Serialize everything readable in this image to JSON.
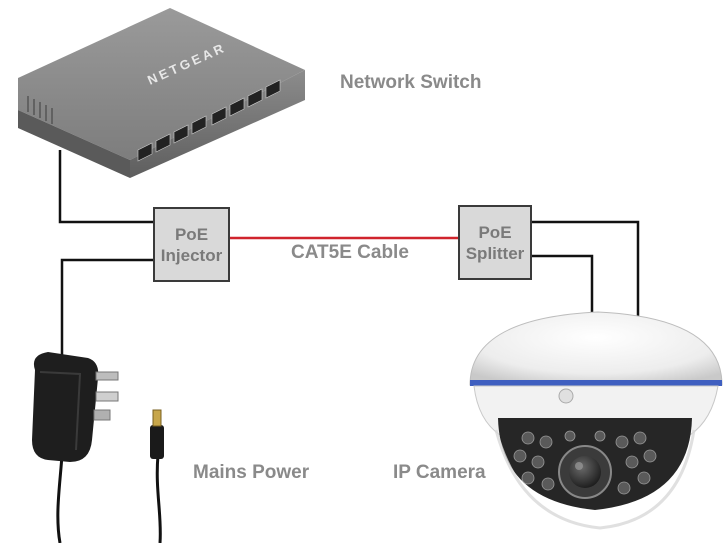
{
  "labels": {
    "network_switch": "Network Switch",
    "cable": "CAT5E Cable",
    "mains_power": "Mains Power",
    "ip_camera": "IP Camera"
  },
  "boxes": {
    "injector": {
      "line1": "PoE",
      "line2": "Injector"
    },
    "splitter": {
      "line1": "PoE",
      "line2": "Splitter"
    }
  },
  "switch_brand": "NETGEAR",
  "colors": {
    "cable": "#d0242c",
    "wire": "#111111",
    "label": "#8a8a8a",
    "box_fill": "#d9d9d9",
    "camera_ring": "#3f5fc0"
  }
}
